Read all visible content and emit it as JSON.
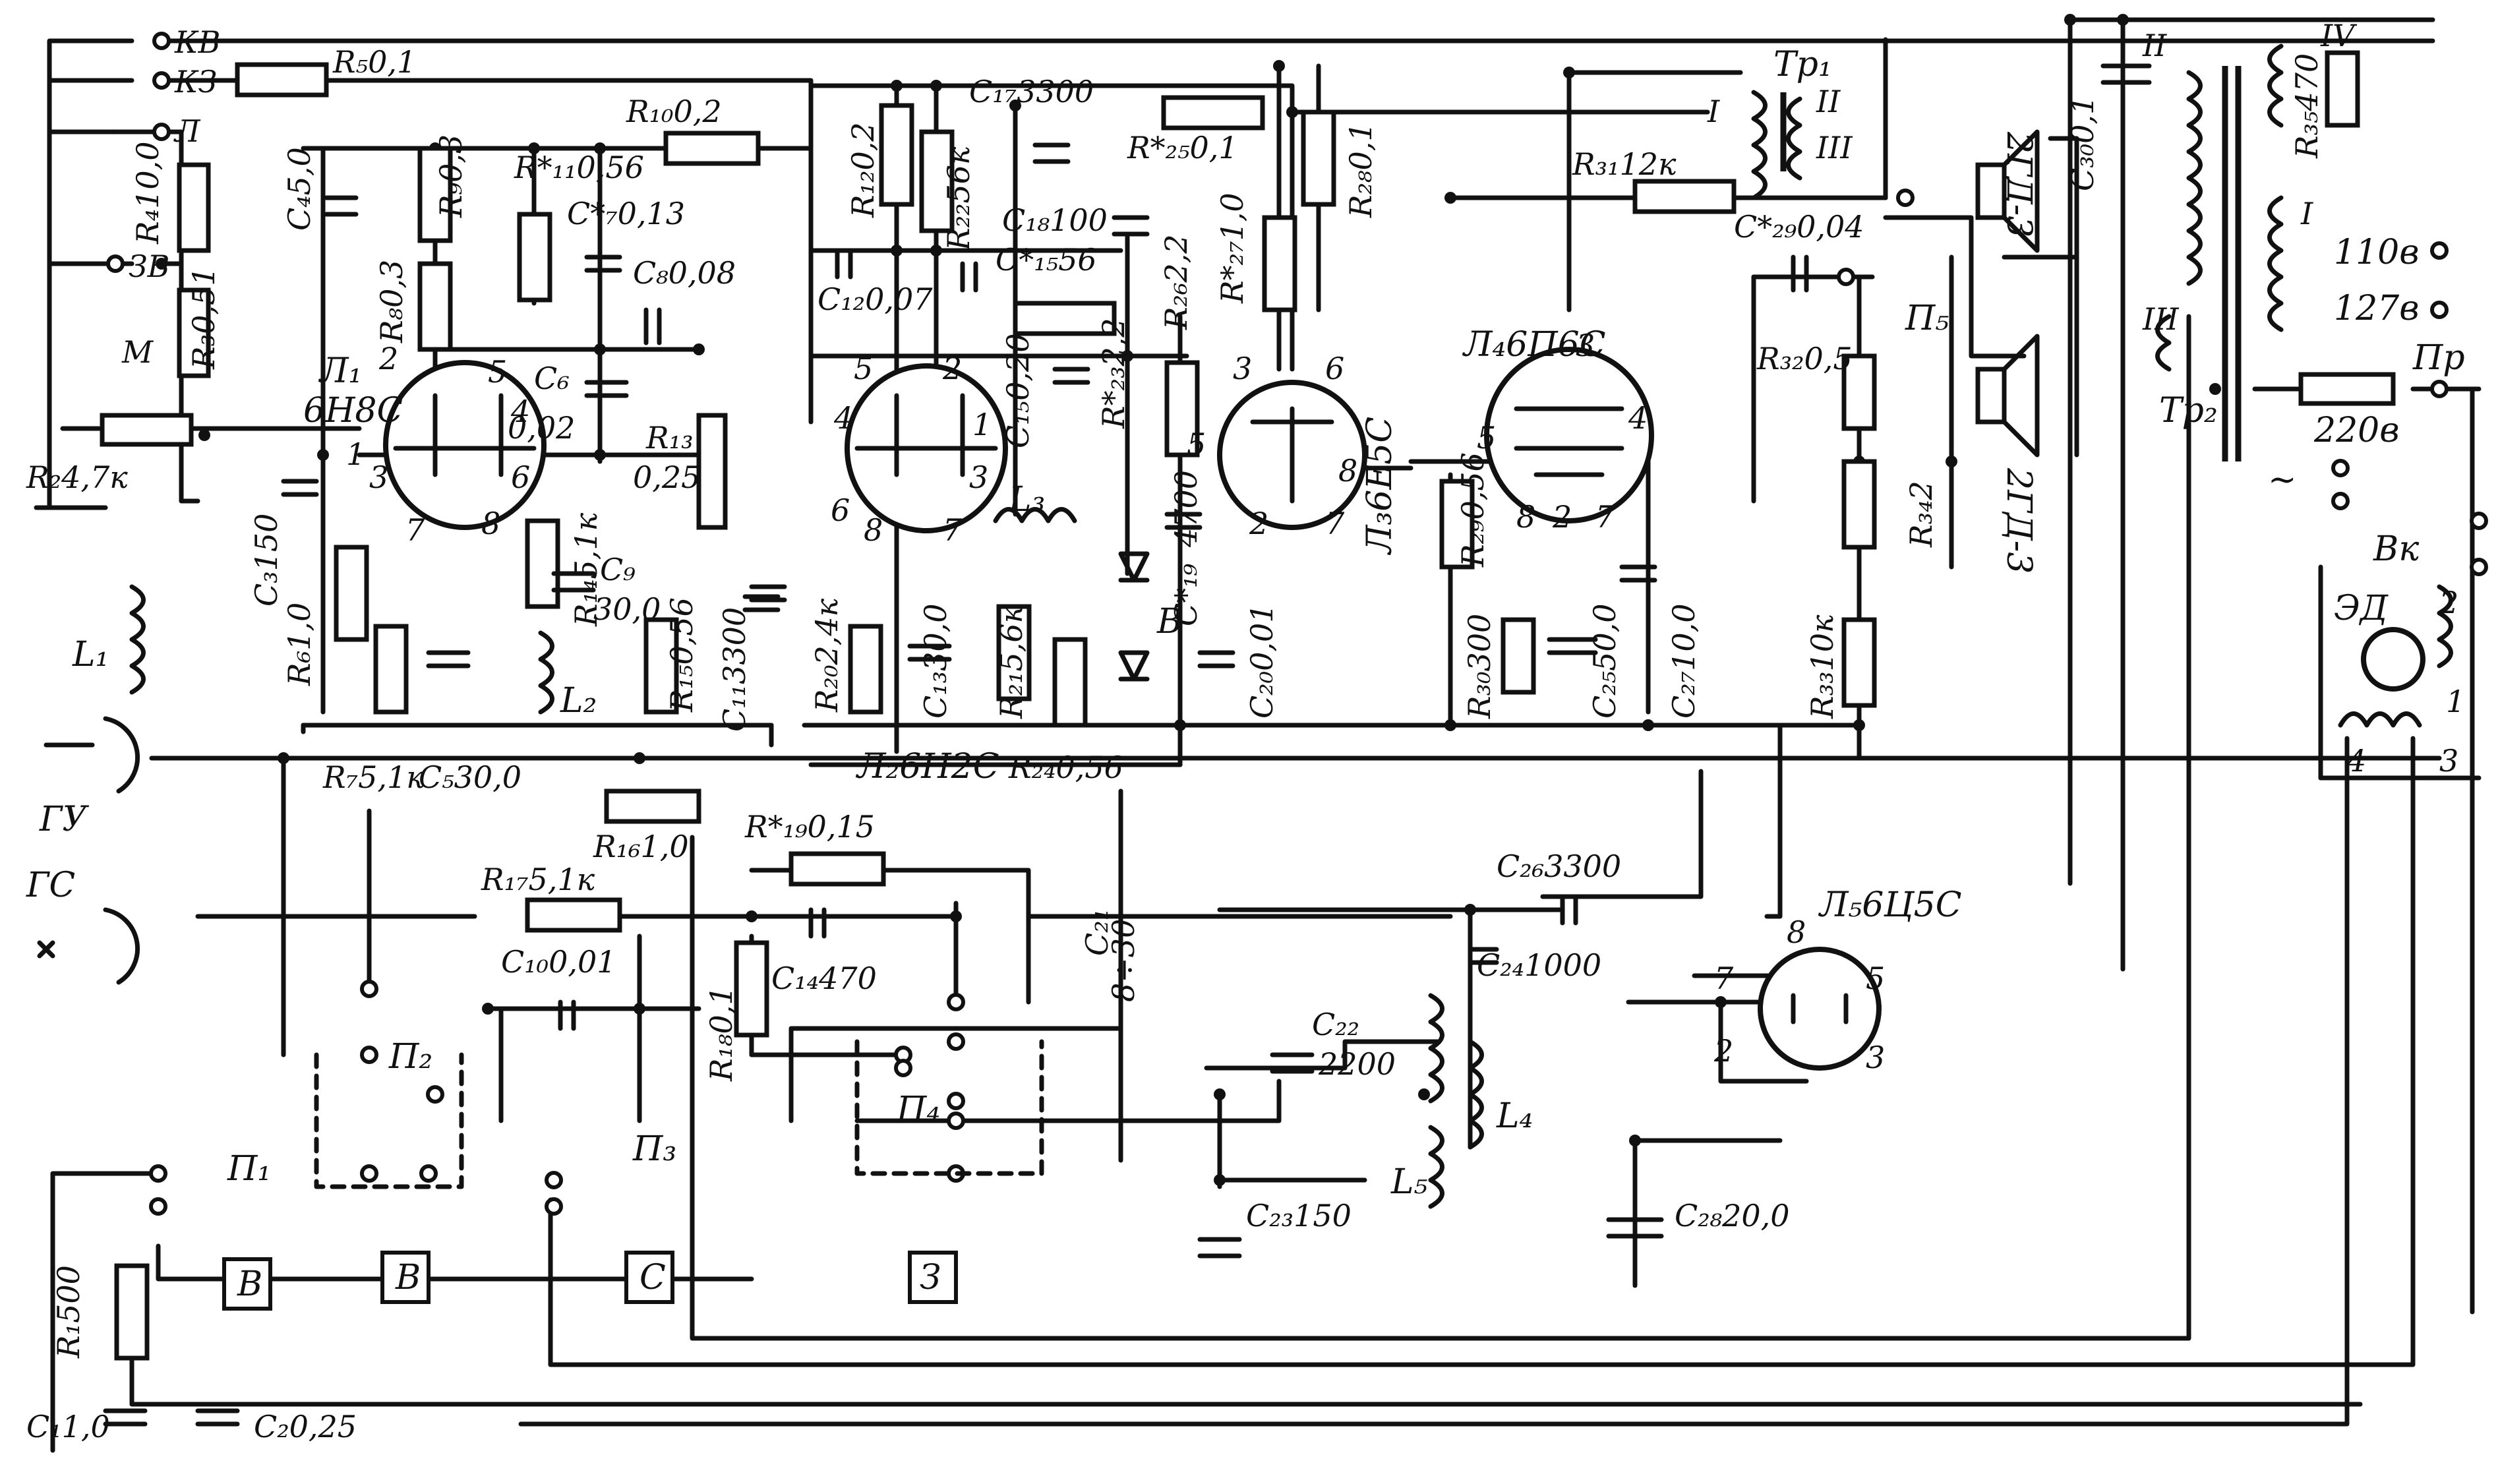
{
  "inputs": {
    "kv": "КВ",
    "kz": "КЗ",
    "l": "Л",
    "zv": "ЗВ",
    "m": "М"
  },
  "resistors": {
    "R1": "R₁500",
    "R2": "R₂4,7к",
    "R3": "R₃0,51",
    "R4": "R₄10,0",
    "R5": "R₅0,1",
    "R6": "R₆1,0",
    "R7": "R₇5,1к",
    "R8": "R₈0,3",
    "R9": "R₉0,3",
    "R10": "R₁₀0,2",
    "R11": "R*₁₁0,56",
    "R12": "R₁₂0,2",
    "R13": "R₁₃",
    "R13v": "0,25",
    "R14": "R₁₄5,1к",
    "R15": "R₁₅0,56",
    "R16": "R₁₆1,0",
    "R17": "R₁₇5,1к",
    "R18": "R₁₈0,1",
    "R19": "R*₁₉0,15",
    "R20": "R₂₀2,4к",
    "R21": "R₂₁5,6к",
    "R22": "R₂₂56к",
    "R23": "R*₂₃2,2",
    "R24": "R₂₄0,56",
    "R25": "R*₂₅0,1",
    "R26": "R₂₆2,2",
    "R27": "R*₂₇1,0",
    "R28": "R₂₈0,1",
    "R29": "R₂₉0,56",
    "R30": "R₃₀300",
    "R31": "R₃₁12к",
    "R32": "R₃₂0,5",
    "R33": "R₃₃10к",
    "R34": "R₃₄2",
    "R35": "R₃₅470"
  },
  "capacitors": {
    "C1": "C₁1,0",
    "C2": "C₂0,25",
    "C3": "C₃150",
    "C4": "C₄5,0",
    "C5": "C₅30,0",
    "C6": "C₆",
    "C6v": "0,02",
    "C7": "C*₇0,13",
    "C8": "C₈0,08",
    "C9": "C₉",
    "C9v": "30,0",
    "C10": "C₁₀0,01",
    "C11": "C₁₁3300",
    "C12": "C₁₂0,07",
    "C13": "C₁₃30,0",
    "C14": "C₁₄470",
    "C15a": "C*₁₅56",
    "C15b": "C₁₅0,20",
    "C17": "C₁₇3300",
    "C18": "C₁₈100",
    "C19": "C*₁₉",
    "C19v": "4700",
    "C20": "C₂₀0,01",
    "C21": "C₂₁",
    "C21v": "8÷30",
    "C22": "C₂₂",
    "C22v": "2200",
    "C23": "C₂₃150",
    "C24": "C₂₄1000",
    "C25": "C₂₅50,0",
    "C26": "C₂₆3300",
    "C27": "C₂₇10,0",
    "C28": "C₂₈20,0",
    "C29": "C*₂₉0,04",
    "C30": "C₃₀0,1"
  },
  "tubes": {
    "L1": "Л₁",
    "L1t": "6Н8С",
    "L2": "Л₂6Н2С",
    "L3": "Л₃6Е5С",
    "L4": "Л₄6П6С",
    "L5": "Л₅6Ц5С"
  },
  "inductors": {
    "L1": "L₁",
    "L2": "L₂",
    "L3": "L₃",
    "L4": "L₄",
    "L5": "L₅"
  },
  "switches": {
    "P1": "П₁",
    "P2": "П₂",
    "P3": "П₃",
    "P4": "П₄",
    "P5": "П₅",
    "Vk": "Вк"
  },
  "knobs": {
    "V": "В",
    "S": "С",
    "Z": "З"
  },
  "transformers": {
    "Tr1": "Тр₁",
    "Tr2": "Тр₂",
    "w1": "I",
    "w2": "II",
    "w3": "III",
    "w4": "IV"
  },
  "speakers": {
    "s1": "2ГД-3",
    "s2": "2ГД-3"
  },
  "power": {
    "v110": "110в",
    "v127": "127в",
    "v220": "220в",
    "fuse": "Пр",
    "motor": "ЭД",
    "ac": "~"
  },
  "jacks": {
    "gu": "ГУ",
    "gs": "ГС"
  },
  "diode": "В",
  "pins": {
    "p1": "1",
    "p2": "2",
    "p3": "3",
    "p4": "4",
    "p5": "5",
    "p6": "6",
    "p7": "7",
    "p8": "8"
  }
}
